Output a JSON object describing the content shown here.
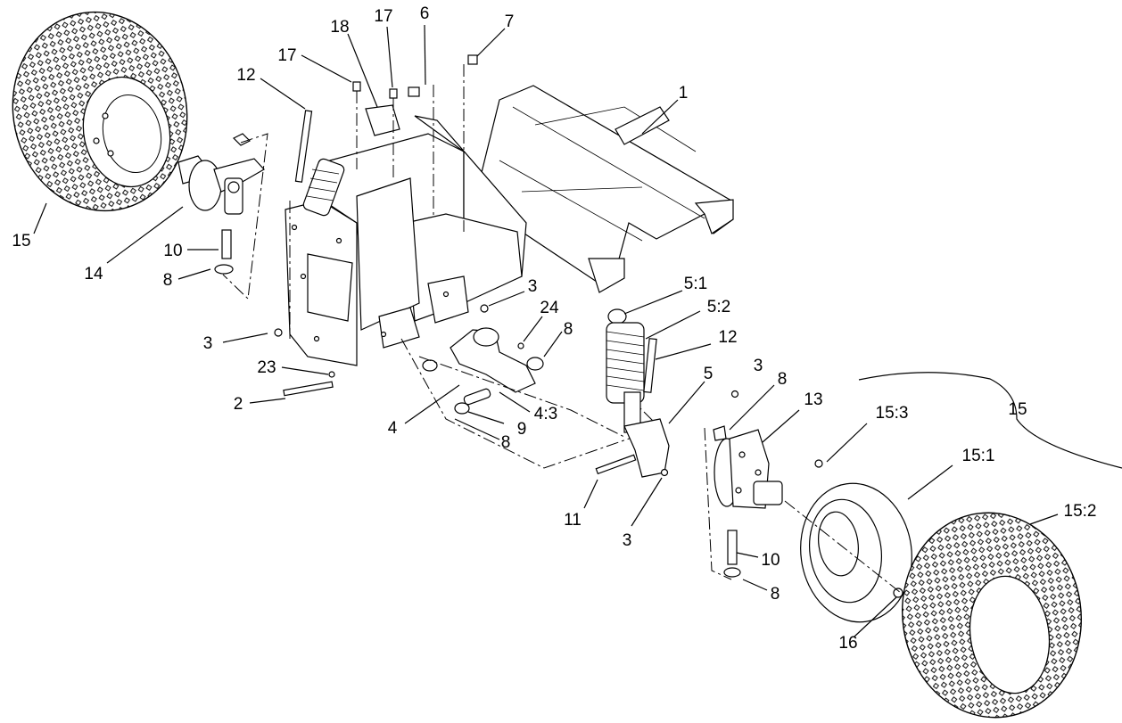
{
  "callouts": [
    {
      "id": "c-15-left",
      "text": "15"
    },
    {
      "id": "c-14",
      "text": "14"
    },
    {
      "id": "c-10-left",
      "text": "10"
    },
    {
      "id": "c-8-left",
      "text": "8"
    },
    {
      "id": "c-12-top",
      "text": "12"
    },
    {
      "id": "c-17-a",
      "text": "17"
    },
    {
      "id": "c-18",
      "text": "18"
    },
    {
      "id": "c-17-b",
      "text": "17"
    },
    {
      "id": "c-6",
      "text": "6"
    },
    {
      "id": "c-7",
      "text": "7"
    },
    {
      "id": "c-1",
      "text": "1"
    },
    {
      "id": "c-3-a",
      "text": "3"
    },
    {
      "id": "c-23",
      "text": "23"
    },
    {
      "id": "c-2",
      "text": "2"
    },
    {
      "id": "c-3-b",
      "text": "3"
    },
    {
      "id": "c-24",
      "text": "24"
    },
    {
      "id": "c-8-b",
      "text": "8"
    },
    {
      "id": "c-4",
      "text": "4"
    },
    {
      "id": "c-4-3",
      "text": "4:3"
    },
    {
      "id": "c-9",
      "text": "9"
    },
    {
      "id": "c-8-c",
      "text": "8"
    },
    {
      "id": "c-5-1",
      "text": "5:1"
    },
    {
      "id": "c-5-2",
      "text": "5:2"
    },
    {
      "id": "c-12-b",
      "text": "12"
    },
    {
      "id": "c-5",
      "text": "5"
    },
    {
      "id": "c-3-c",
      "text": "3"
    },
    {
      "id": "c-8-d",
      "text": "8"
    },
    {
      "id": "c-13",
      "text": "13"
    },
    {
      "id": "c-15-3",
      "text": "15:3"
    },
    {
      "id": "c-15-right",
      "text": "15"
    },
    {
      "id": "c-15-1",
      "text": "15:1"
    },
    {
      "id": "c-15-2",
      "text": "15:2"
    },
    {
      "id": "c-11",
      "text": "11"
    },
    {
      "id": "c-3-d",
      "text": "3"
    },
    {
      "id": "c-10-right",
      "text": "10"
    },
    {
      "id": "c-8-e",
      "text": "8"
    },
    {
      "id": "c-16",
      "text": "16"
    }
  ]
}
